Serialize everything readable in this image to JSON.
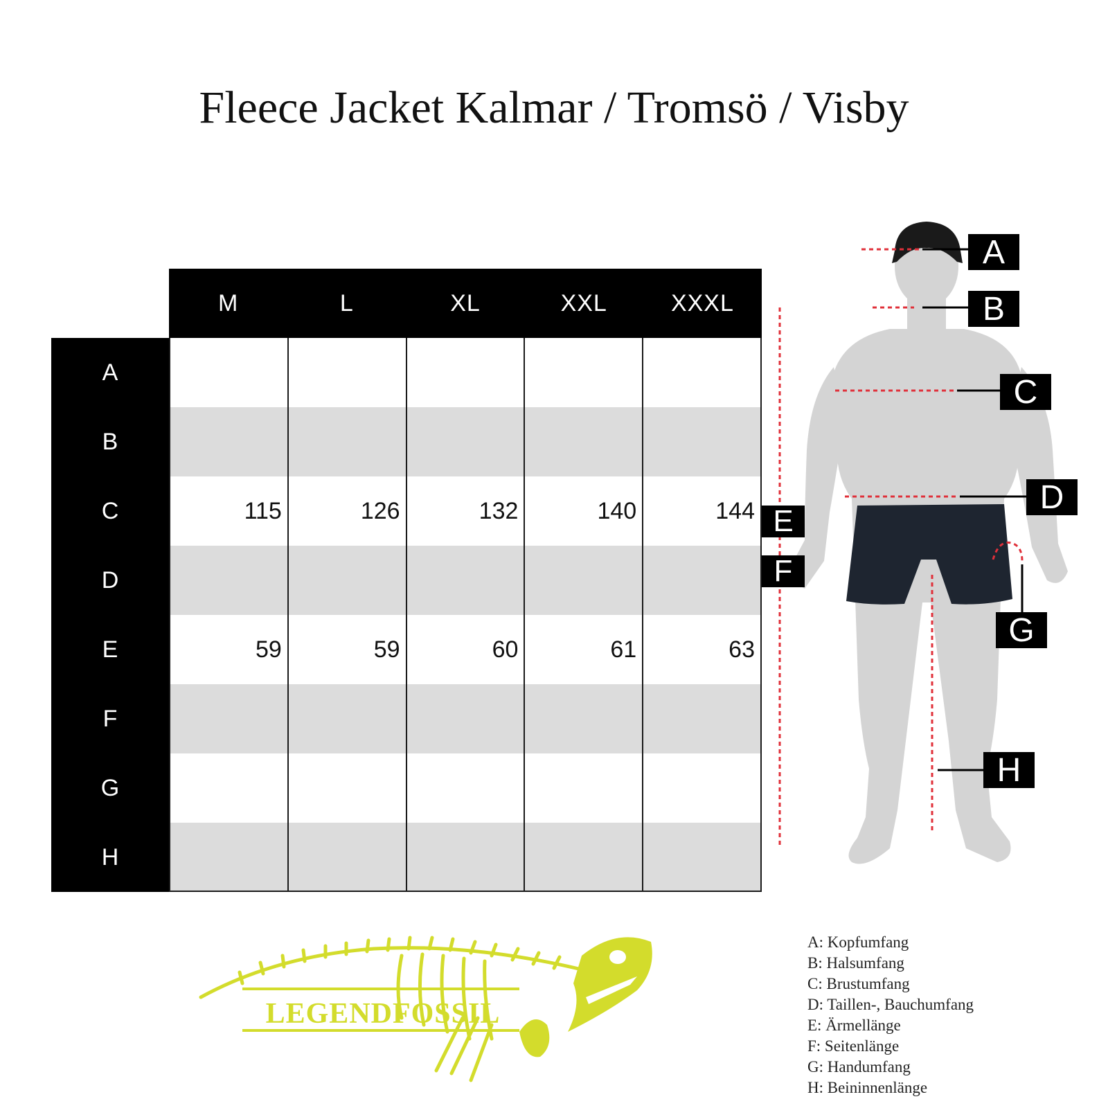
{
  "title": "Fleece Jacket Kalmar / Tromsö / Visby",
  "table": {
    "sizes": [
      "M",
      "L",
      "XL",
      "XXL",
      "XXXL"
    ],
    "rows": [
      {
        "label": "A",
        "values": [
          "",
          "",
          "",
          "",
          ""
        ]
      },
      {
        "label": "B",
        "values": [
          "",
          "",
          "",
          "",
          ""
        ]
      },
      {
        "label": "C",
        "values": [
          "115",
          "126",
          "132",
          "140",
          "144"
        ]
      },
      {
        "label": "D",
        "values": [
          "",
          "",
          "",
          "",
          ""
        ]
      },
      {
        "label": "E",
        "values": [
          "59",
          "59",
          "60",
          "61",
          "63"
        ]
      },
      {
        "label": "F",
        "values": [
          "",
          "",
          "",
          "",
          ""
        ]
      },
      {
        "label": "G",
        "values": [
          "",
          "",
          "",
          "",
          ""
        ]
      },
      {
        "label": "H",
        "values": [
          "",
          "",
          "",
          "",
          ""
        ]
      }
    ]
  },
  "figure": {
    "badges": [
      "A",
      "B",
      "C",
      "D",
      "E",
      "F",
      "G",
      "H"
    ],
    "colors": {
      "body": "#d4d4d4",
      "shorts": "#1e2530",
      "hair": "#1a1a1a",
      "measure_line": "#e0303a"
    }
  },
  "legend": [
    "A: Kopfumfang",
    "B: Halsumfang",
    "C: Brustumfang",
    "D: Taillen-, Bauchumfang",
    "E: Ärmellänge",
    "F: Seitenlänge",
    "G: Handumfang",
    "H: Beininnenlänge"
  ],
  "logo": {
    "text": "LEGENDFOSSIL",
    "color": "#d3dc2c"
  }
}
